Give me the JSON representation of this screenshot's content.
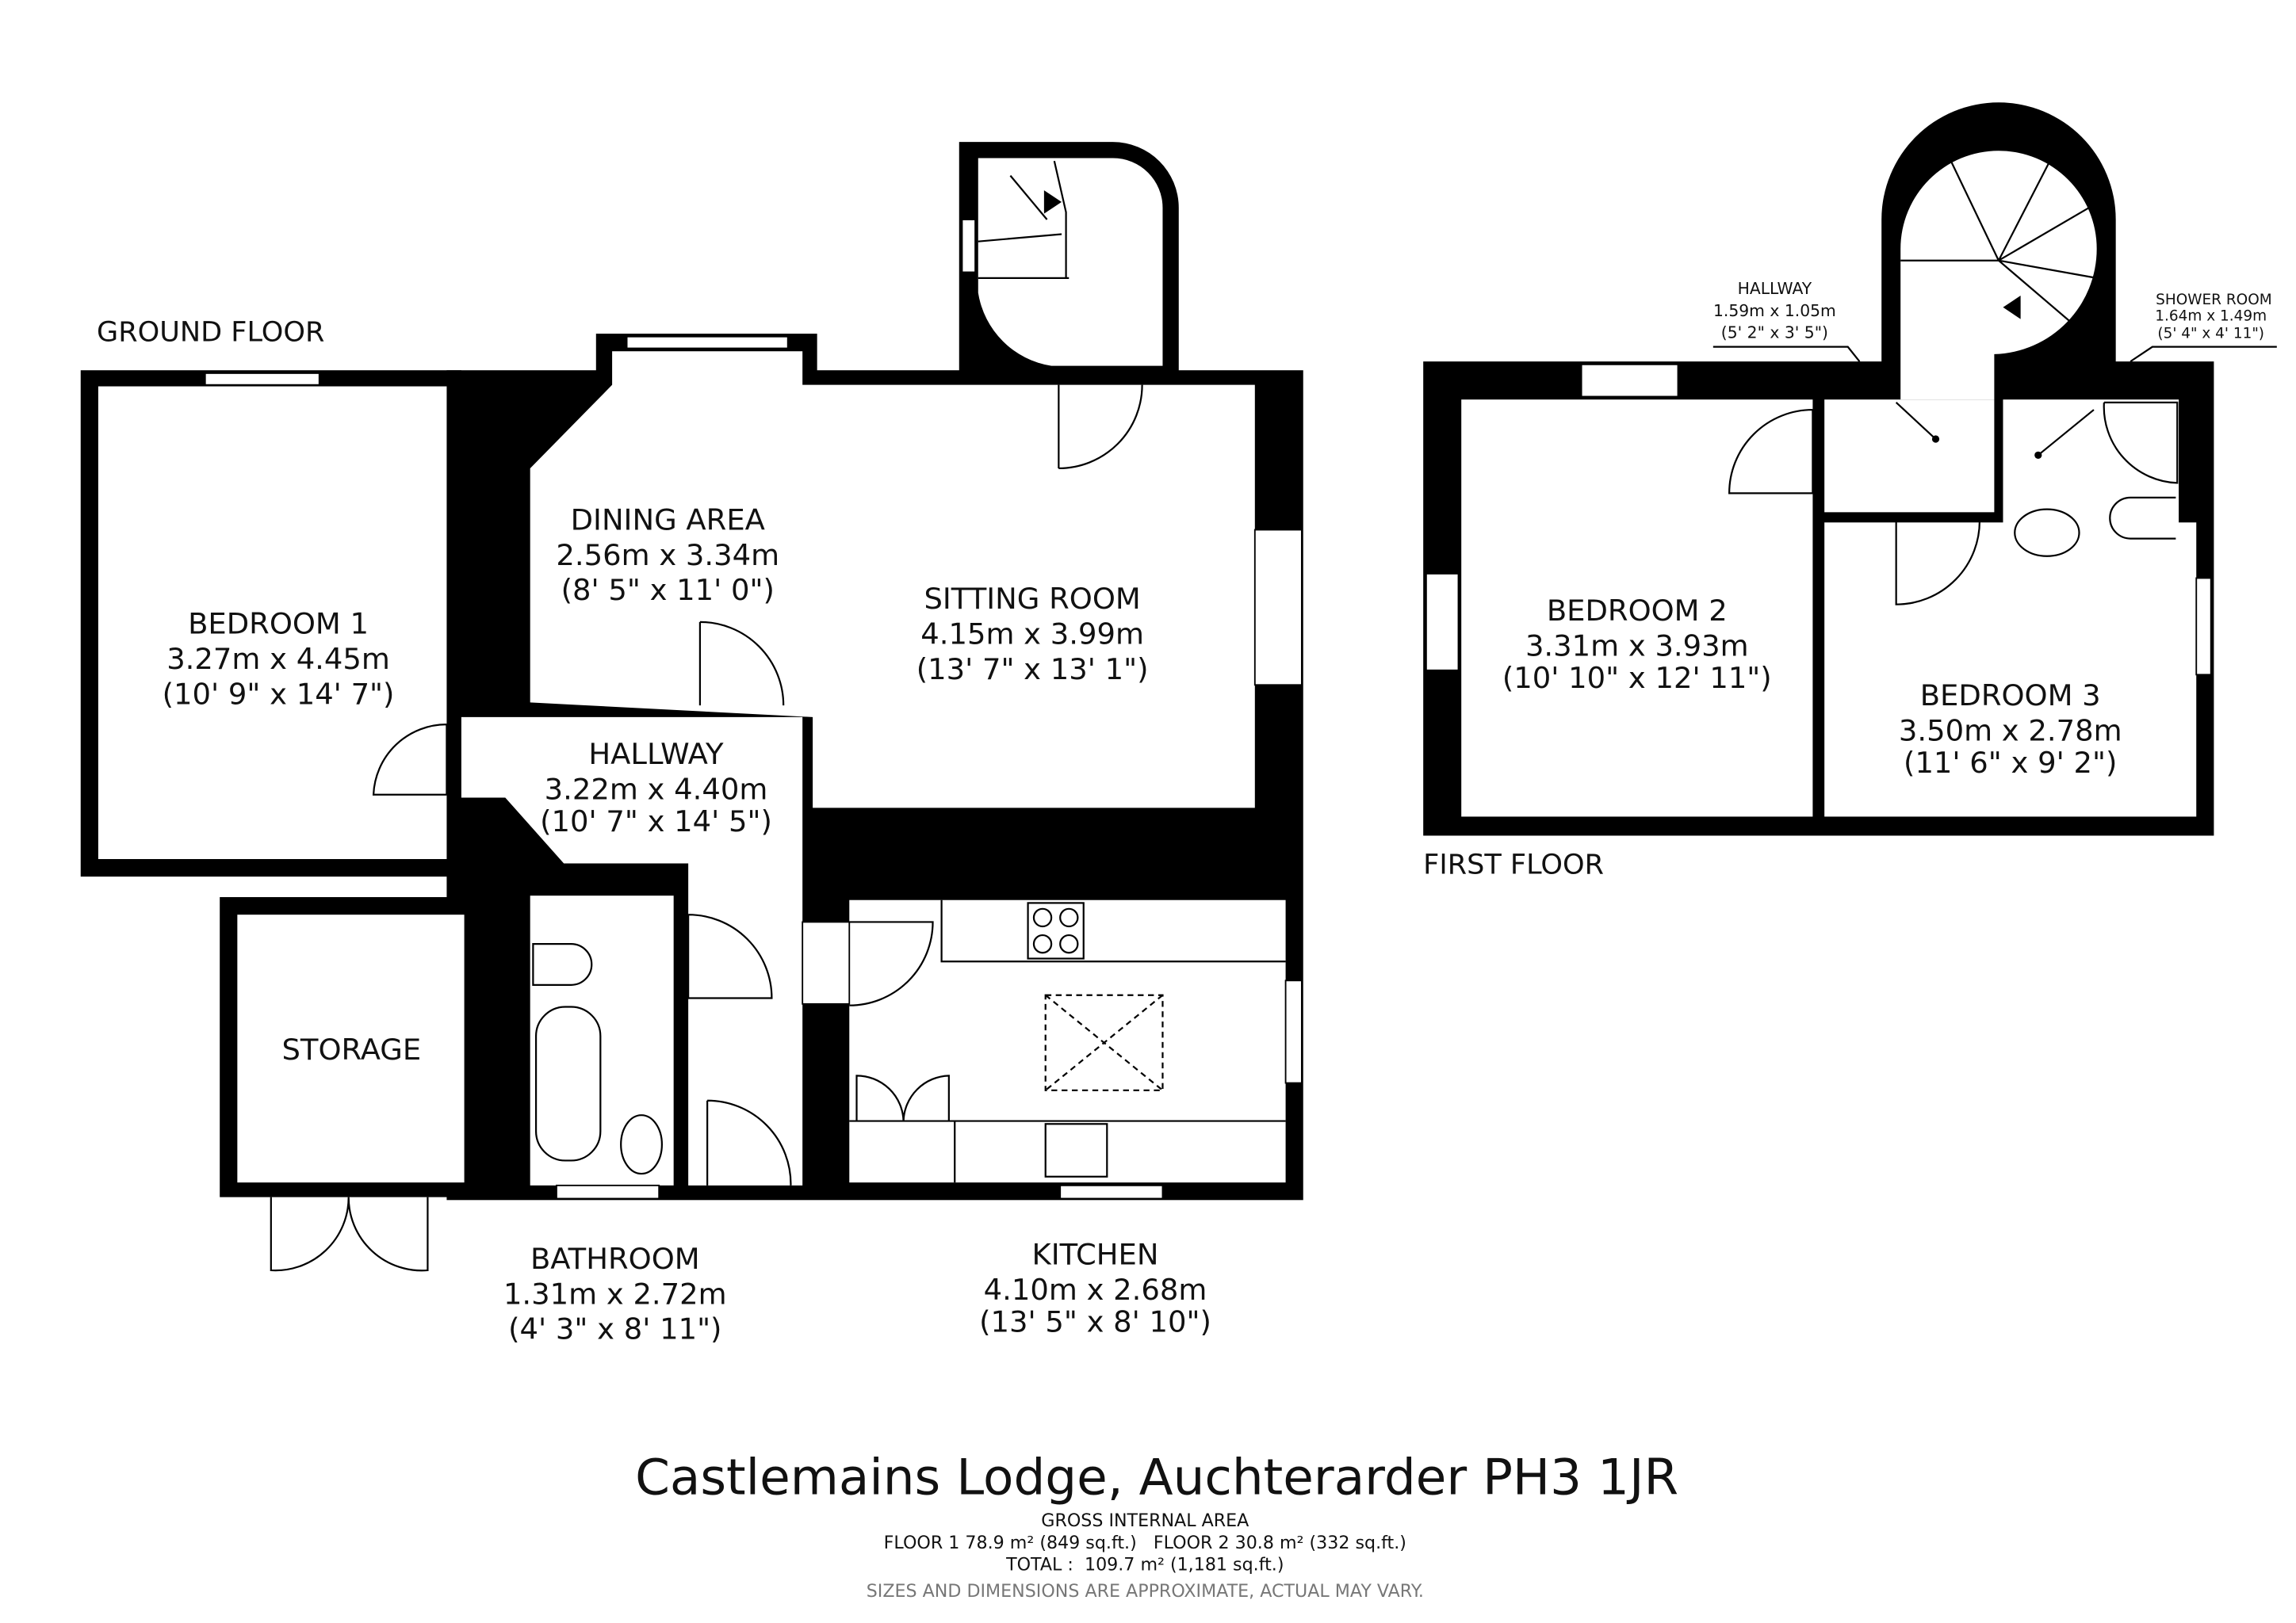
{
  "floors": {
    "ground": {
      "label": "GROUND FLOOR",
      "rooms": {
        "bedroom1": {
          "name": "BEDROOM 1",
          "metric": "3.27m x 4.45m",
          "imperial": "(10' 9\" x 14' 7\")"
        },
        "dining": {
          "name": "DINING AREA",
          "metric": "2.56m x 3.34m",
          "imperial": "(8' 5\" x 11' 0\")"
        },
        "sitting": {
          "name": "SITTING ROOM",
          "metric": "4.15m x 3.99m",
          "imperial": "(13' 7\" x 13' 1\")"
        },
        "hallway": {
          "name": "HALLWAY",
          "metric": "3.22m x 4.40m",
          "imperial": "(10' 7\" x 14' 5\")"
        },
        "storage": {
          "name": "STORAGE"
        },
        "bathroom": {
          "name": "BATHROOM",
          "metric": "1.31m x 2.72m",
          "imperial": "(4' 3\" x 8' 11\")"
        },
        "kitchen": {
          "name": "KITCHEN",
          "metric": "4.10m x 2.68m",
          "imperial": "(13' 5\" x 8' 10\")"
        }
      }
    },
    "first": {
      "label": "FIRST FLOOR",
      "rooms": {
        "hallway": {
          "name": "HALLWAY",
          "metric": "1.59m x 1.05m",
          "imperial": "(5' 2\" x 3' 5\")"
        },
        "shower": {
          "name": "SHOWER ROOM",
          "metric": "1.64m x 1.49m",
          "imperial": "(5' 4\" x 4' 11\")"
        },
        "bedroom2": {
          "name": "BEDROOM 2",
          "metric": "3.31m x 3.93m",
          "imperial": "(10' 10\" x 12' 11\")"
        },
        "bedroom3": {
          "name": "BEDROOM 3",
          "metric": "3.50m x 2.78m",
          "imperial": "(11' 6\" x 9' 2\")"
        }
      }
    }
  },
  "footer": {
    "title": "Castlemains Lodge, Auchterarder PH3 1JR",
    "gia_heading": "GROSS INTERNAL AREA",
    "floor_areas": "FLOOR 1 78.9 m² (849 sq.ft.)   FLOOR 2 30.8 m² (332 sq.ft.)",
    "total": "TOTAL :  109.7 m² (1,181 sq.ft.)",
    "disclaimer": "SIZES AND DIMENSIONS ARE APPROXIMATE, ACTUAL MAY VARY."
  }
}
